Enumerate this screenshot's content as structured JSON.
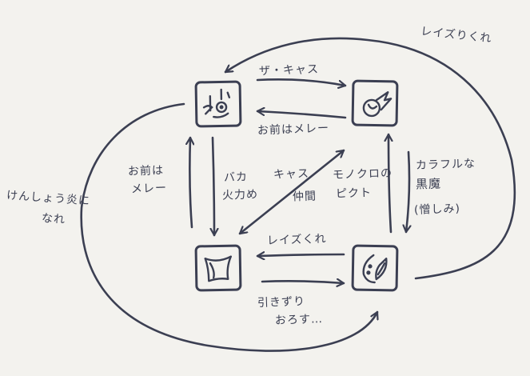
{
  "diagram": {
    "stroke_color": "#3b3f52",
    "background": "#f3f2ee",
    "nodes": [
      {
        "id": "top-left",
        "icon": "shrine-icon"
      },
      {
        "id": "top-right",
        "icon": "meteor-icon"
      },
      {
        "id": "bottom-left",
        "icon": "cloth-icon"
      },
      {
        "id": "bottom-right",
        "icon": "feather-icon"
      }
    ],
    "labels": {
      "top_outer": "レイズりくれ",
      "tl_to_tr": "ザ・キャス",
      "tr_to_tl": "お前はメレー",
      "left_up_1": "お前は",
      "left_up_2": "メレー",
      "left_down_1": "バカ",
      "left_down_2": "火力め",
      "diag_1": "キャス",
      "diag_2": "仲間",
      "diag_3": "モノクロの",
      "diag_4": "ピクト",
      "right_1": "カラフルな",
      "right_2": "黒魔",
      "right_3": "(憎しみ)",
      "outer_left_1": "けんしょう炎に",
      "outer_left_2": "なれ",
      "br_to_bl": "レイズくれ",
      "bl_to_br_1": "引きずり",
      "bl_to_br_2": "おろす…"
    }
  }
}
